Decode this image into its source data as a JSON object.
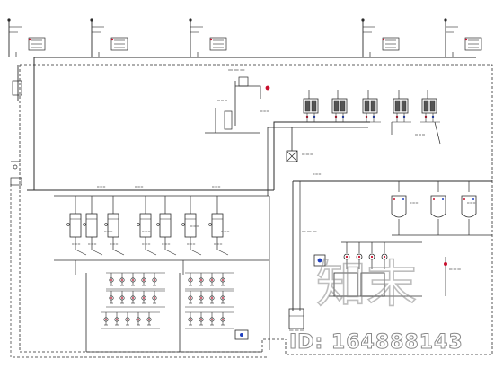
{
  "palette": {
    "line": "#2b2b2b",
    "accent_red": "#c8102e",
    "accent_blue": "#1f3fbf",
    "watermark": "#8a8a8a"
  },
  "watermark": {
    "logo_text": "知末",
    "image_id": "ID: 164888143"
  },
  "diagram": {
    "roof_risers": 5,
    "top_pump_units": 5,
    "left_tanks": 7,
    "right_tanks": 3,
    "left_pump_rows": 3,
    "small_pumps": 4
  }
}
